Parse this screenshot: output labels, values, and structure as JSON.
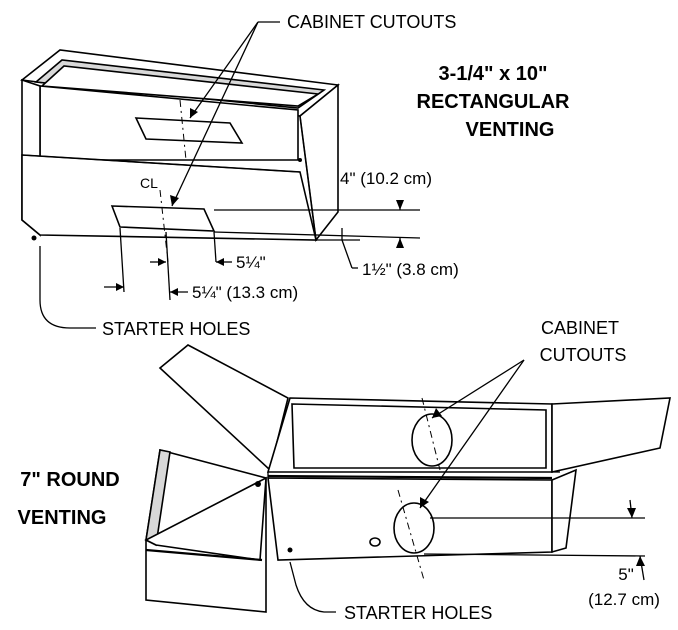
{
  "top_figure": {
    "callout_cabinet": "CABINET CUTOUTS",
    "title_line1": "3-1/4\" x 10\"",
    "title_line2": "RECTANGULAR",
    "title_line3": "VENTING",
    "dim_4in": "4\" (10.2 cm)",
    "dim_1half": "1½\" (3.8 cm)",
    "dim_5quarter_a": "5¼\"",
    "dim_5quarter_b": "5¼\" (13.3 cm)",
    "centerline_mark": "CL",
    "callout_starter": "STARTER HOLES"
  },
  "bottom_figure": {
    "callout_cabinet_line1": "CABINET",
    "callout_cabinet_line2": "CUTOUTS",
    "title_line1": "7\" ROUND",
    "title_line2": "VENTING",
    "dim_5in_line1": "5\"",
    "dim_5in_line2": "(12.7 cm)",
    "callout_starter": "STARTER HOLES"
  }
}
